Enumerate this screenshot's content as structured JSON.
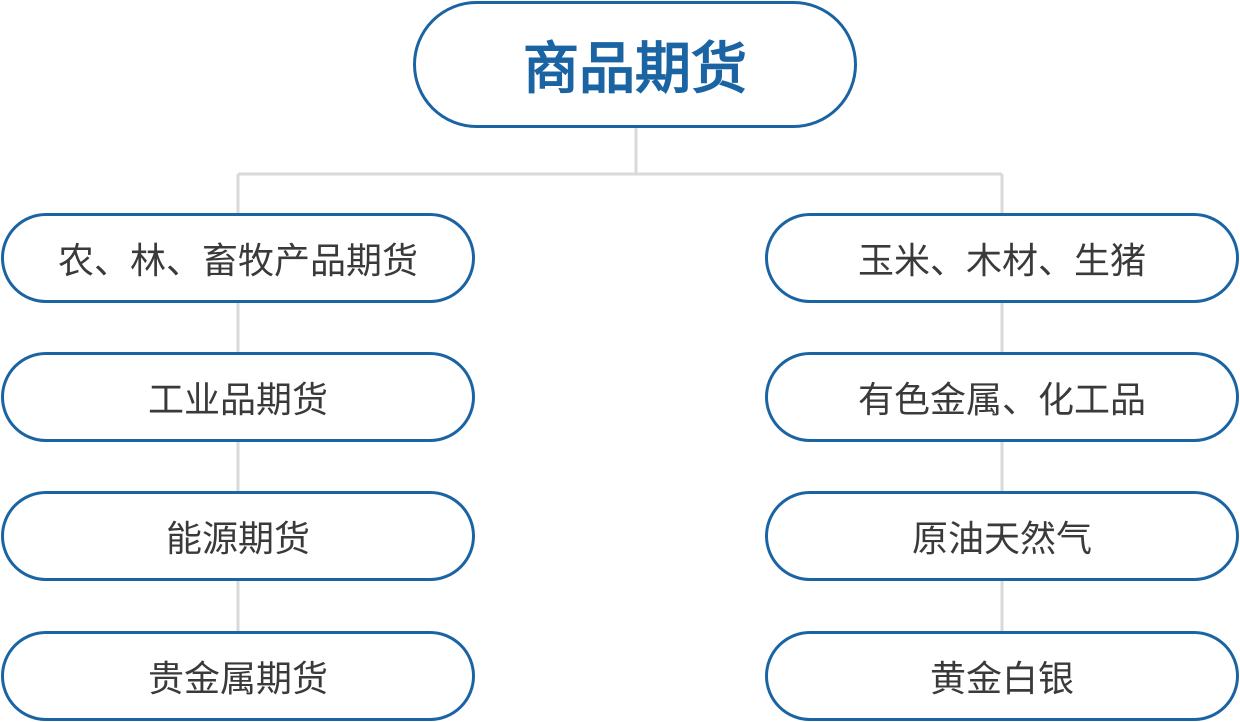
{
  "root": {
    "label": "商品期货"
  },
  "left_branch": {
    "items": [
      {
        "label": "农、林、畜牧产品期货"
      },
      {
        "label": "工业品期货"
      },
      {
        "label": "能源期货"
      },
      {
        "label": "贵金属期货"
      }
    ]
  },
  "right_branch": {
    "items": [
      {
        "label": "玉米、木材、生猪"
      },
      {
        "label": "有色金属、化工品"
      },
      {
        "label": "原油天然气"
      },
      {
        "label": "黄金白银"
      }
    ]
  },
  "colors": {
    "node_border": "#1a64a3",
    "root_text": "#1a64a3",
    "node_text": "#3a3a3a",
    "connector": "#d9d9d9"
  }
}
